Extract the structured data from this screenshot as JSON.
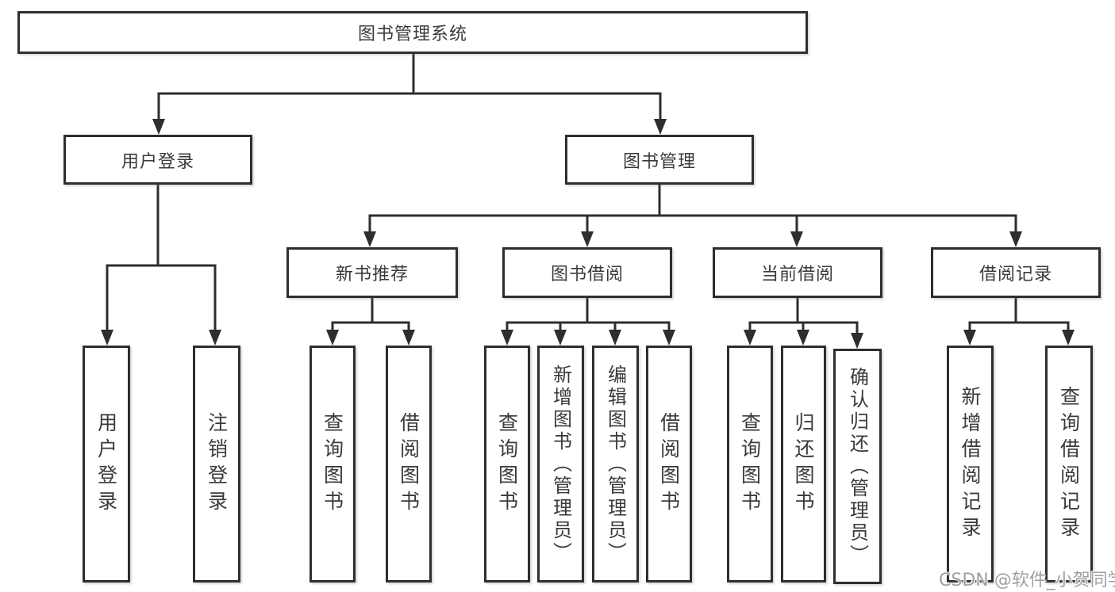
{
  "colors": {
    "line": "#2e2e2e",
    "box_border": "#2e2e2e",
    "box_fill": "#ffffff",
    "text": "#3a3a3a",
    "watermark": "#9ba1a7"
  },
  "root": {
    "label": "图书管理系统"
  },
  "branches": {
    "user": {
      "label": "用户登录",
      "children": [
        {
          "label": "用户登录"
        },
        {
          "label": "注销登录"
        }
      ]
    },
    "books": {
      "label": "图书管理",
      "children": [
        {
          "label": "新书推荐",
          "children": [
            {
              "label": "查询图书"
            },
            {
              "label": "借阅图书"
            }
          ]
        },
        {
          "label": "图书借阅",
          "children": [
            {
              "label": "查询图书"
            },
            {
              "label": "新增图书（管理员）"
            },
            {
              "label": "编辑图书（管理员）"
            },
            {
              "label": "借阅图书"
            }
          ]
        },
        {
          "label": "当前借阅",
          "children": [
            {
              "label": "查询图书"
            },
            {
              "label": "归还图书"
            },
            {
              "label": "确认归还（管理员）"
            }
          ]
        },
        {
          "label": "借阅记录",
          "children": [
            {
              "label": "新增借阅记录"
            },
            {
              "label": "查询借阅记录"
            }
          ]
        }
      ]
    }
  },
  "watermark": "CSDN @软件_小贺同学"
}
